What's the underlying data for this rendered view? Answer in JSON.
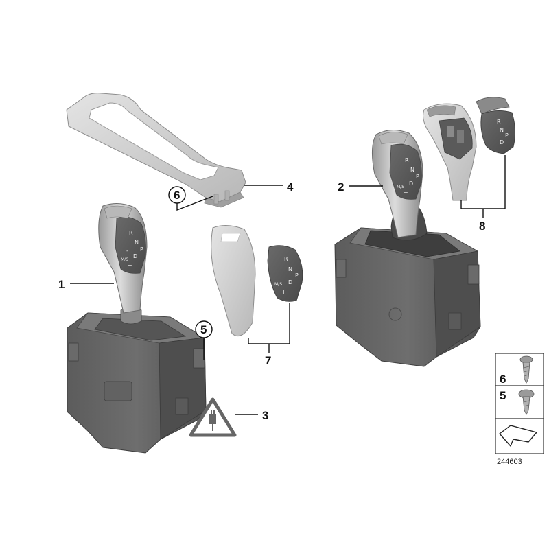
{
  "callouts": {
    "p1": "1",
    "p2": "2",
    "p3": "3",
    "p4": "4",
    "p5": "5",
    "p6": "6",
    "p7": "7",
    "p8": "8"
  },
  "legend": {
    "screw6": "6",
    "screw5": "5"
  },
  "knob_markings": {
    "r": "R",
    "n": "N",
    "p": "P",
    "d": "D",
    "ms": "M/S",
    "plus": "+",
    "minus": "-"
  },
  "diagram_number": "244603"
}
